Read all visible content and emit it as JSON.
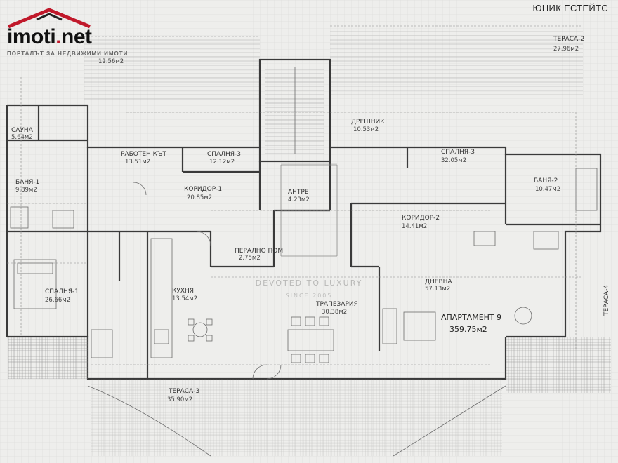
{
  "logo": {
    "name_main": "imoti",
    "name_dot": ".",
    "name_tld": "net",
    "tagline": "ПОРТАЛЪТ ЗА НЕДВИЖИМИ ИМОТИ"
  },
  "brand": "ЮНИК ЕСТЕЙТС",
  "watermark": {
    "slogan": "DEVOTED TO LUXURY",
    "since": "SINCE 2005"
  },
  "apartment": {
    "label": "АПАРТАМЕНТ 9",
    "area": "359.75м2"
  },
  "rooms": [
    {
      "label": "САУНА",
      "area": "5.64м2"
    },
    {
      "label": "РАБОТЕН КЪТ",
      "area": "13.51м2"
    },
    {
      "label": "СПАЛНЯ-3",
      "area": "12.12м2"
    },
    {
      "label": "ДРЕШНИК",
      "area": "10.53м2"
    },
    {
      "label": "СПАЛНЯ-3",
      "area": "32.05м2"
    },
    {
      "label": "БАНЯ-1",
      "area": "9.89м2"
    },
    {
      "label": "КОРИДОР-1",
      "area": "20.85м2"
    },
    {
      "label": "АНТРЕ",
      "area": "4.23м2"
    },
    {
      "label": "БАНЯ-2",
      "area": "10.47м2"
    },
    {
      "label": "КОРИДОР-2",
      "area": "14.41м2"
    },
    {
      "label": "ПЕРАЛНО ПОМ.",
      "area": "2.75м2"
    },
    {
      "label": "СПАЛНЯ-1",
      "area": "26.66м2"
    },
    {
      "label": "КУХНЯ",
      "area": "13.54м2"
    },
    {
      "label": "ТРАПЕЗАРИЯ",
      "area": "30.38м2"
    },
    {
      "label": "ДНЕВНА",
      "area": "57.13м2"
    },
    {
      "label": "ТЕРАСА-3",
      "area": "35.90м2"
    }
  ],
  "other_labels": {
    "terrace_top_left": "12.56м2",
    "terrace_top_right_label": "ТЕРАСА-2",
    "terrace_top_right_area": "27.96м2",
    "terrace_side": "ТЕРАСА-4"
  },
  "colors": {
    "paper": "#eeeeec",
    "ink": "#3a3a3a",
    "logo_red": "#c0182a"
  }
}
